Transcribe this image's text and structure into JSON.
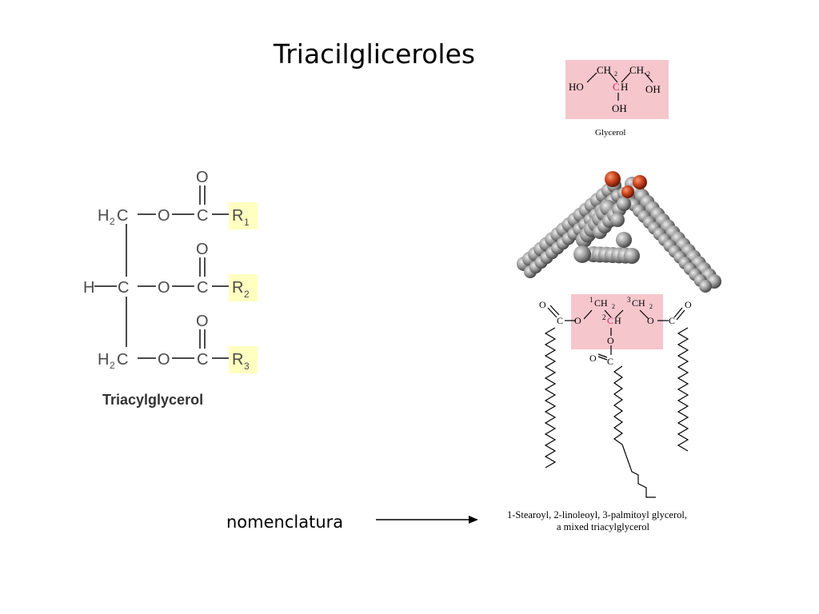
{
  "slide": {
    "title": "Triacilgliceroles",
    "nomenclature_label": "nomenclatura"
  },
  "triacylglycerol_structure": {
    "caption": "Triacylglycerol",
    "atoms": {
      "h2c": "H",
      "h2c_sub": "2",
      "c": "C",
      "o": "O",
      "h": "H",
      "r": "R",
      "r1_sub": "1",
      "r2_sub": "2",
      "r3_sub": "3"
    },
    "highlight_color": "#ffffc0"
  },
  "glycerol_structure": {
    "caption": "Glycerol",
    "ch2_left": "CH",
    "ch2_right": "CH",
    "ch2_sub": "2",
    "ho_left": "HO",
    "center_c": "C",
    "center_h": "H",
    "oh_right": "OH",
    "oh_bottom": "OH",
    "highlight_color": "#f5c6cb",
    "accent_color": "#e0206a"
  },
  "mixed_tag": {
    "o": "O",
    "c": "C",
    "ch2": "CH",
    "ch2_sub": "2",
    "sup1": "1",
    "sup2": "2",
    "sup3": "3",
    "center_c": "C",
    "center_h": "H",
    "caption_line1": "1-Stearoyl, 2-linoleoyl, 3-palmitoyl glycerol,",
    "caption_line2": "a mixed triacylglycerol"
  },
  "space_filling_model": {
    "atom_colors": {
      "carbon": "#8c8c8c",
      "oxygen": "#c8401c"
    }
  }
}
